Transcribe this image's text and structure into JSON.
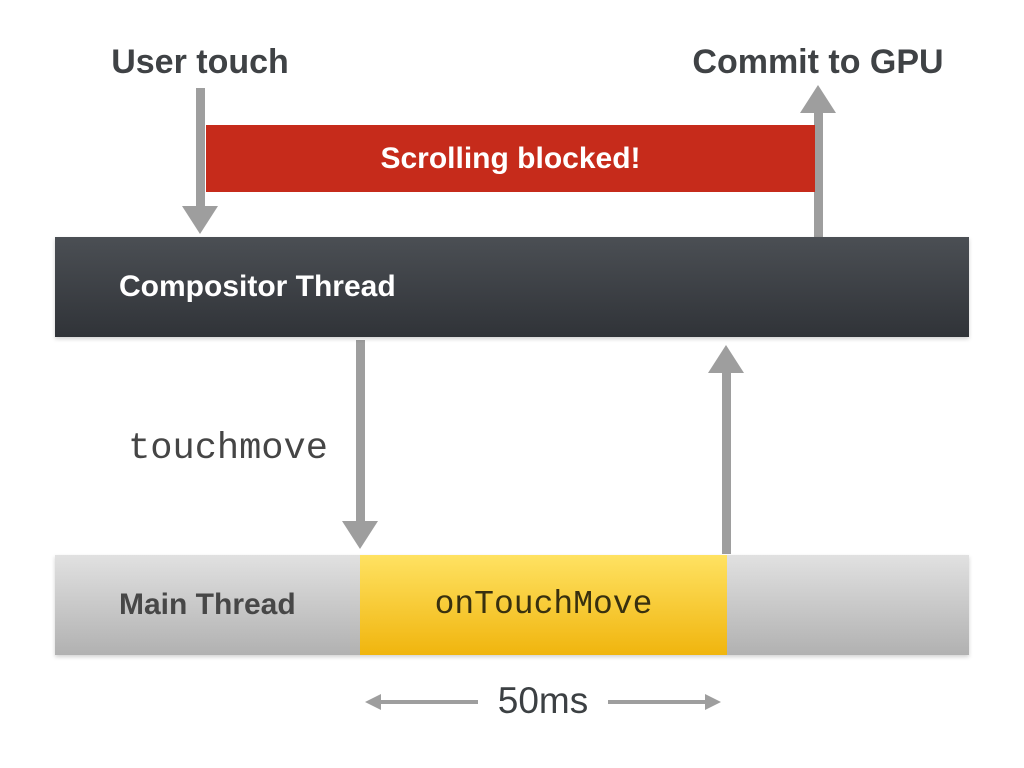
{
  "diagram": {
    "labels": {
      "user_touch": "User touch",
      "commit_to_gpu": "Commit to GPU",
      "scrolling_blocked": "Scrolling blocked!",
      "compositor_thread": "Compositor Thread",
      "main_thread": "Main Thread",
      "touchmove_event": "touchmove",
      "on_touch_move_task": "onTouchMove",
      "duration": "50ms"
    },
    "colors": {
      "blocked_banner_red": "#c62b1b",
      "compositor_bar_gradient_top": "#4b4f54",
      "compositor_bar_gradient_bottom": "#303338",
      "main_bar_gradient_top": "#e1e1e1",
      "main_bar_gradient_bottom": "#b1b1b1",
      "task_gradient_top": "#ffe262",
      "task_gradient_bottom": "#f0b50e",
      "arrow_gray": "#9e9e9e",
      "heading_text": "#3f4245"
    }
  }
}
